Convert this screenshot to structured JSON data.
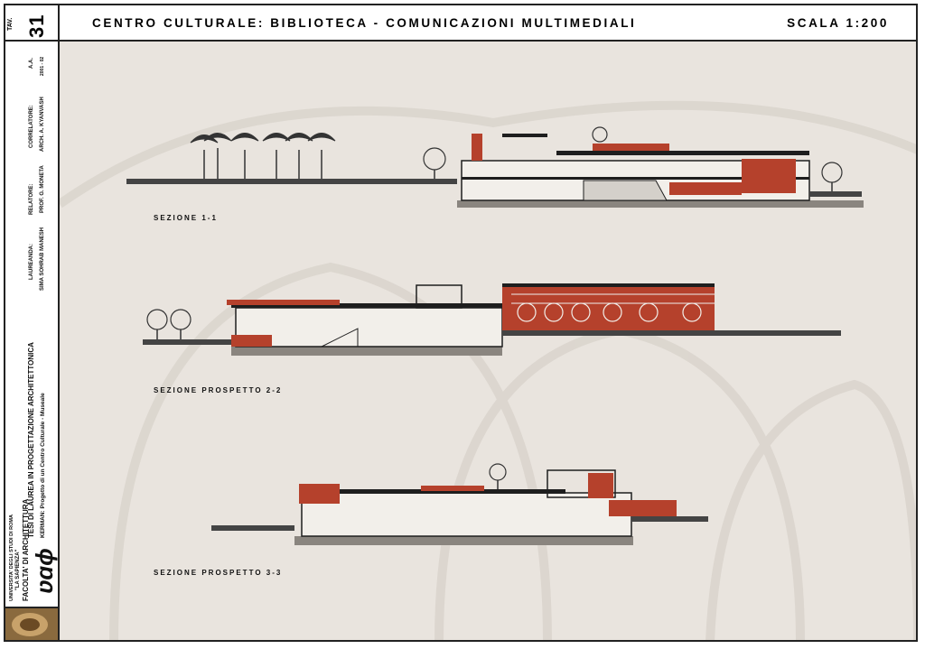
{
  "sheet": {
    "tav_label": "TAV.",
    "tav_number": "31",
    "title": "CENTRO CULTURALE: BIBLIOTECA - COMUNICAZIONI MULTIMEDIALI",
    "scale": "SCALA 1:200"
  },
  "sidebar": {
    "university_line1": "UNIVERSITA' DEGLI STUDI DI ROMA",
    "university_line2": "\"LA SAPIENZA\"",
    "faculty": "FACOLTA' DI ARCHITETTURA",
    "thesis_title": "TESI DI LAUREA IN PROGETTAZIONE ARCHITETTONICA",
    "project": "KERMAN: Progetto di un Centro Culturale - Museale",
    "laureanda_label": "LAUREANDA:",
    "laureanda_name": "SIMA SOHRAB MANESH",
    "relatore_label": "RELATORE:",
    "relatore_name": "PROF. G. MONETA",
    "correlatore_label": "CORRELATORE:",
    "correlatore_name": "ARCH. A. KYANVASH",
    "aa_label": "A.A.",
    "aa_value": "2001 - 02"
  },
  "sections": [
    {
      "label": "SEZIONE 1-1"
    },
    {
      "label": "SEZIONE PROSPETTO 2-2"
    },
    {
      "label": "SEZIONE PROSPETTO 3-3"
    }
  ],
  "colors": {
    "red_panel": "#b5412c",
    "ground": "#7c7873",
    "structure": "#1e1e1e",
    "background": "#e9e4de",
    "tree": "#444444"
  }
}
